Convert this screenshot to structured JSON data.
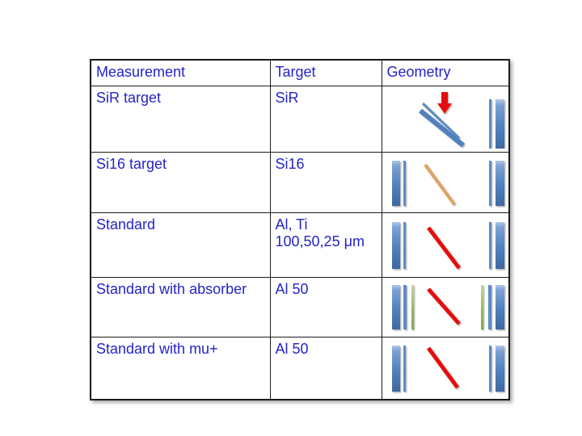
{
  "slide": {
    "background": "#ffffff"
  },
  "table": {
    "text_color": "#2424c8",
    "border_color": "#1c1c1c",
    "headers": [
      {
        "label": "Measurement"
      },
      {
        "label": "Target"
      },
      {
        "label": "Geometry"
      }
    ],
    "rows": [
      {
        "measurement": "SiR target",
        "target": "SiR",
        "geometry_alt": "tilted SiR target slabs with downward red beam arrow and vertical detector bars"
      },
      {
        "measurement": "Si16 target",
        "target": "Si16",
        "geometry_alt": "vertical detector bars on both sides with orange particle track through center"
      },
      {
        "measurement": "Standard",
        "target": "Al, Ti\n100,50,25 μm",
        "geometry_alt": "vertical detector bars on both sides with red particle track through center"
      },
      {
        "measurement": "Standard with absorber",
        "target": "Al 50",
        "geometry_alt": "vertical detector bars plus green absorber bars on both sides with red particle track"
      },
      {
        "measurement": "Standard with mu+",
        "target": "Al 50",
        "geometry_alt": "vertical detector bars on both sides with red particle track through center"
      }
    ]
  },
  "colors": {
    "bar_blue": "#4f81bd",
    "bar_blue_thin": "#5b8cc4",
    "bar_blue_light": "#aec8e8",
    "bar_blue_dark": "#3e68a0",
    "bar_green": "#9bbb59",
    "bar_green_light": "#c3d69b",
    "beam_red": "#e8100c",
    "track_orange": "#e0a160"
  }
}
